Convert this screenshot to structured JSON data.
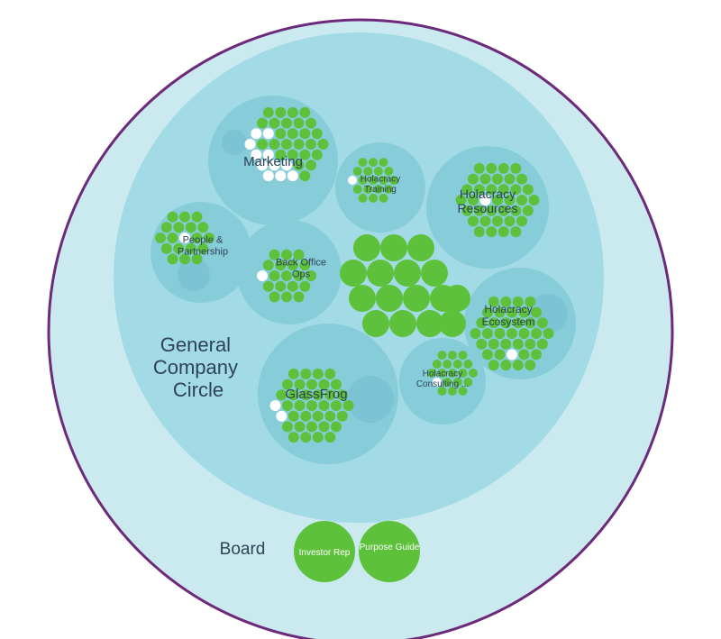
{
  "org": {
    "outer_label": "Board",
    "general_label_lines": [
      "General",
      "Company",
      "Circle"
    ],
    "board_roles": [
      "Investor Rep",
      "Purpose Guide"
    ],
    "circles": [
      {
        "id": "marketing",
        "label_lines": [
          "Marketing"
        ]
      },
      {
        "id": "holacracy-training",
        "label_lines": [
          "Holacracy",
          "Training"
        ]
      },
      {
        "id": "holacracy-resources",
        "label_lines": [
          "Holacracy",
          "Resources"
        ]
      },
      {
        "id": "people-partnership",
        "label_lines": [
          "People &",
          "Partnership"
        ]
      },
      {
        "id": "back-office-ops",
        "label_lines": [
          "Back Office",
          "Ops"
        ]
      },
      {
        "id": "holacracy-ecosystem",
        "label_lines": [
          "Holacracy",
          "Ecosystem"
        ]
      },
      {
        "id": "glassfrog",
        "label_lines": [
          "GlassFrog"
        ]
      },
      {
        "id": "holacracy-consulting",
        "label_lines": [
          "Holacracy",
          "Consulting ..."
        ]
      }
    ]
  },
  "colors": {
    "outer_border": "#6d2a7a",
    "outer_fill": "#cbeaf0",
    "general_fill": "#a2dbe5",
    "subcircle_fill": "#87ccd9",
    "inner_dot": "#7cc3d3",
    "role_green": "#5ec13b",
    "role_white": "#ffffff",
    "label_dark": "#2f4257"
  }
}
